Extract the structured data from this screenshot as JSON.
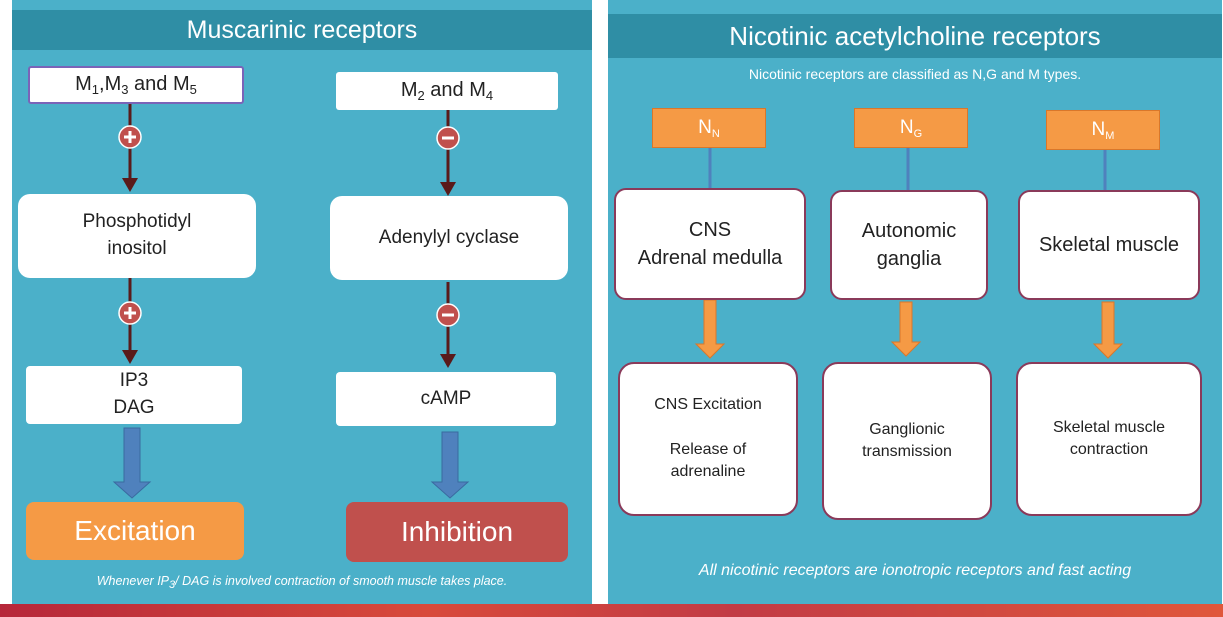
{
  "muscarinic": {
    "title": "Muscarinic receptors",
    "left_group": {
      "m1": "M",
      "s1": "1",
      "comma1": ",M",
      "s3": "3",
      "and": " and M",
      "s5": "5"
    },
    "right_group": {
      "m2": "M",
      "s2": "2",
      "and": " and M",
      "s4": "4"
    },
    "left_middle": "Phosphotidyl\ninositol",
    "right_middle": "Adenylyl cyclase",
    "left_bottom": "IP3\nDAG",
    "right_bottom": "cAMP",
    "excitation": "Excitation",
    "inhibition": "Inhibition",
    "plus_sign": "+",
    "minus_sign": "–",
    "footnote": {
      "pre": "Whenever IP",
      "sub": "3",
      "post": "/ DAG is involved contraction of smooth muscle takes place."
    }
  },
  "nicotinic": {
    "title": "Nicotinic acetylcholine receptors",
    "subtitle": "Nicotinic receptors are classified as N,G and M types.",
    "types": [
      {
        "letter": "N",
        "sub": "N",
        "target": "CNS\nAdrenal medulla",
        "effect": "CNS Excitation\n\nRelease of\nadrenaline"
      },
      {
        "letter": "N",
        "sub": "G",
        "target": "Autonomic\nganglia",
        "effect": "Ganglionic\ntransmission"
      },
      {
        "letter": "N",
        "sub": "M",
        "target": "Skeletal muscle",
        "effect": "Skeletal muscle\ncontraction"
      }
    ],
    "footnote": "All nicotinic receptors are ionotropic receptors and fast acting"
  },
  "colors": {
    "panel_bg": "#4bb0c9",
    "header_bg": "#2f8ea5",
    "orange": "#f59a45",
    "red": "#c0504d",
    "dark_arrow": "#5a1a1a",
    "blue_arrow": "#4f81bd"
  }
}
